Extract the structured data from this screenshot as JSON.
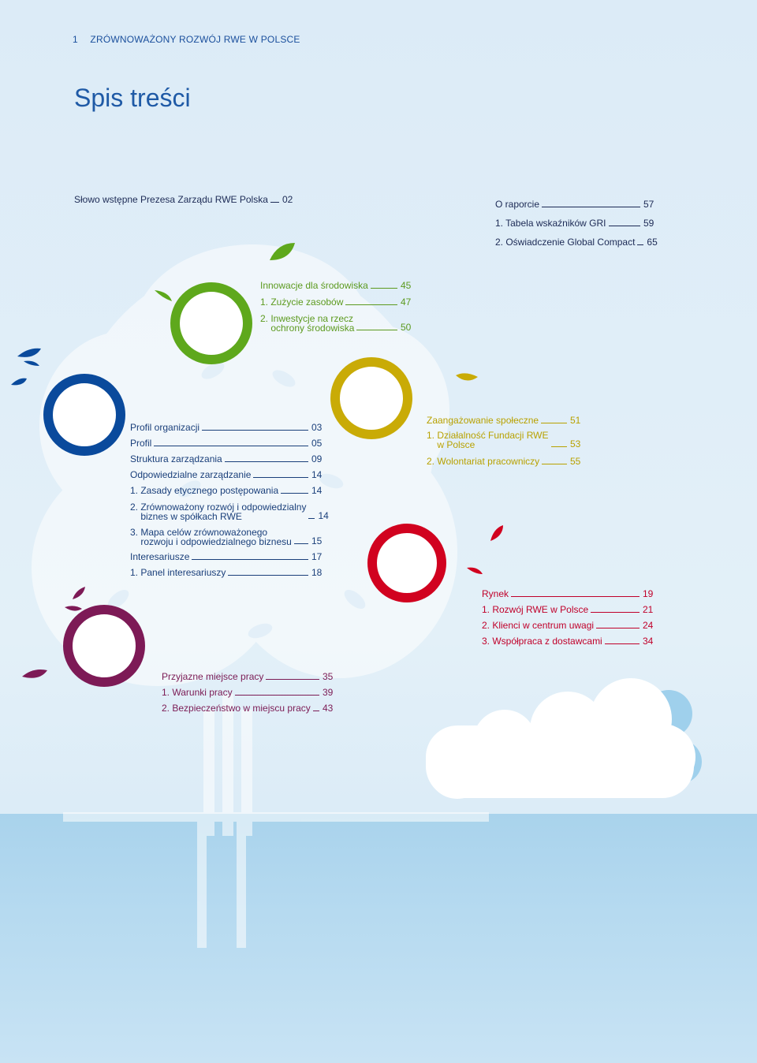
{
  "header": {
    "page_number": "1",
    "section": "ZRÓWNOWAŻONY ROZWÓJ RWE W POLSCE"
  },
  "title": "Spis treści",
  "toc_intro": {
    "label": "Słowo wstępne Prezesa Zarządu RWE Polska",
    "page": "02"
  },
  "toc_about": [
    {
      "label": "O raporcie",
      "page": "57"
    },
    {
      "label": "1. Tabela wskaźników GRI",
      "page": "59"
    },
    {
      "label": "2. Oświadczenie Global Compact",
      "page": "65"
    }
  ],
  "toc_environment": [
    {
      "label": "Innowacje dla środowiska",
      "page": "45"
    },
    {
      "label": "1. Zużycie zasobów",
      "page": "47"
    },
    {
      "label": "2. Inwestycje na rzecz\n    ochrony środowiska",
      "page": "50"
    }
  ],
  "toc_profile": [
    {
      "label": "Profil organizacji",
      "page": "03"
    },
    {
      "label": "Profil",
      "page": "05"
    },
    {
      "label": "Struktura zarządzania",
      "page": "09"
    },
    {
      "label": "Odpowiedzialne zarządzanie",
      "page": "14"
    },
    {
      "label": "1. Zasady etycznego postępowania",
      "page": "14"
    },
    {
      "label": "2. Zrównoważony rozwój i odpowiedzialny\n    biznes w spółkach RWE",
      "page": "14"
    },
    {
      "label": "3. Mapa celów zrównoważonego\n    rozwoju i odpowiedzialnego biznesu",
      "page": "15"
    },
    {
      "label": "Interesariusze",
      "page": "17"
    },
    {
      "label": "1. Panel interesariuszy",
      "page": "18"
    }
  ],
  "toc_social": [
    {
      "label": "Zaangażowanie społeczne",
      "page": "51"
    },
    {
      "label": "1. Działalność Fundacji RWE\n    w Polsce",
      "page": "53"
    },
    {
      "label": "2. Wolontariat pracowniczy",
      "page": "55"
    }
  ],
  "toc_market": [
    {
      "label": "Rynek",
      "page": "19"
    },
    {
      "label": "1. Rozwój RWE w Polsce",
      "page": "21"
    },
    {
      "label": "2. Klienci w centrum uwagi",
      "page": "24"
    },
    {
      "label": "3. Współpraca z dostawcami",
      "page": "34"
    }
  ],
  "toc_workplace": [
    {
      "label": "Przyjazne miejsce pracy",
      "page": "35"
    },
    {
      "label": "1. Warunki pracy",
      "page": "39"
    },
    {
      "label": "2. Bezpieczeństwo w miejscu pracy",
      "page": "43"
    }
  ],
  "colors": {
    "profile": "#0a4a9c",
    "environment": "#5ea81c",
    "social": "#c9ab06",
    "market": "#d1021f",
    "workplace": "#7d1a56"
  }
}
